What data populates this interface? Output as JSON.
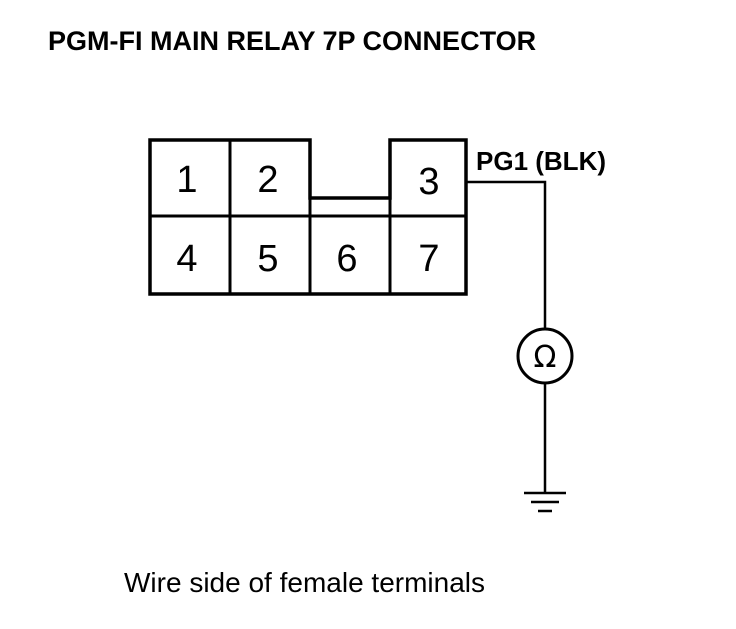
{
  "title": "PGM-FI MAIN RELAY 7P CONNECTOR",
  "connector": {
    "pins": [
      "1",
      "2",
      "3",
      "4",
      "5",
      "6",
      "7"
    ]
  },
  "wire_label": "PG1 (BLK)",
  "meter_symbol": "Ω",
  "caption": "Wire side of female terminals"
}
